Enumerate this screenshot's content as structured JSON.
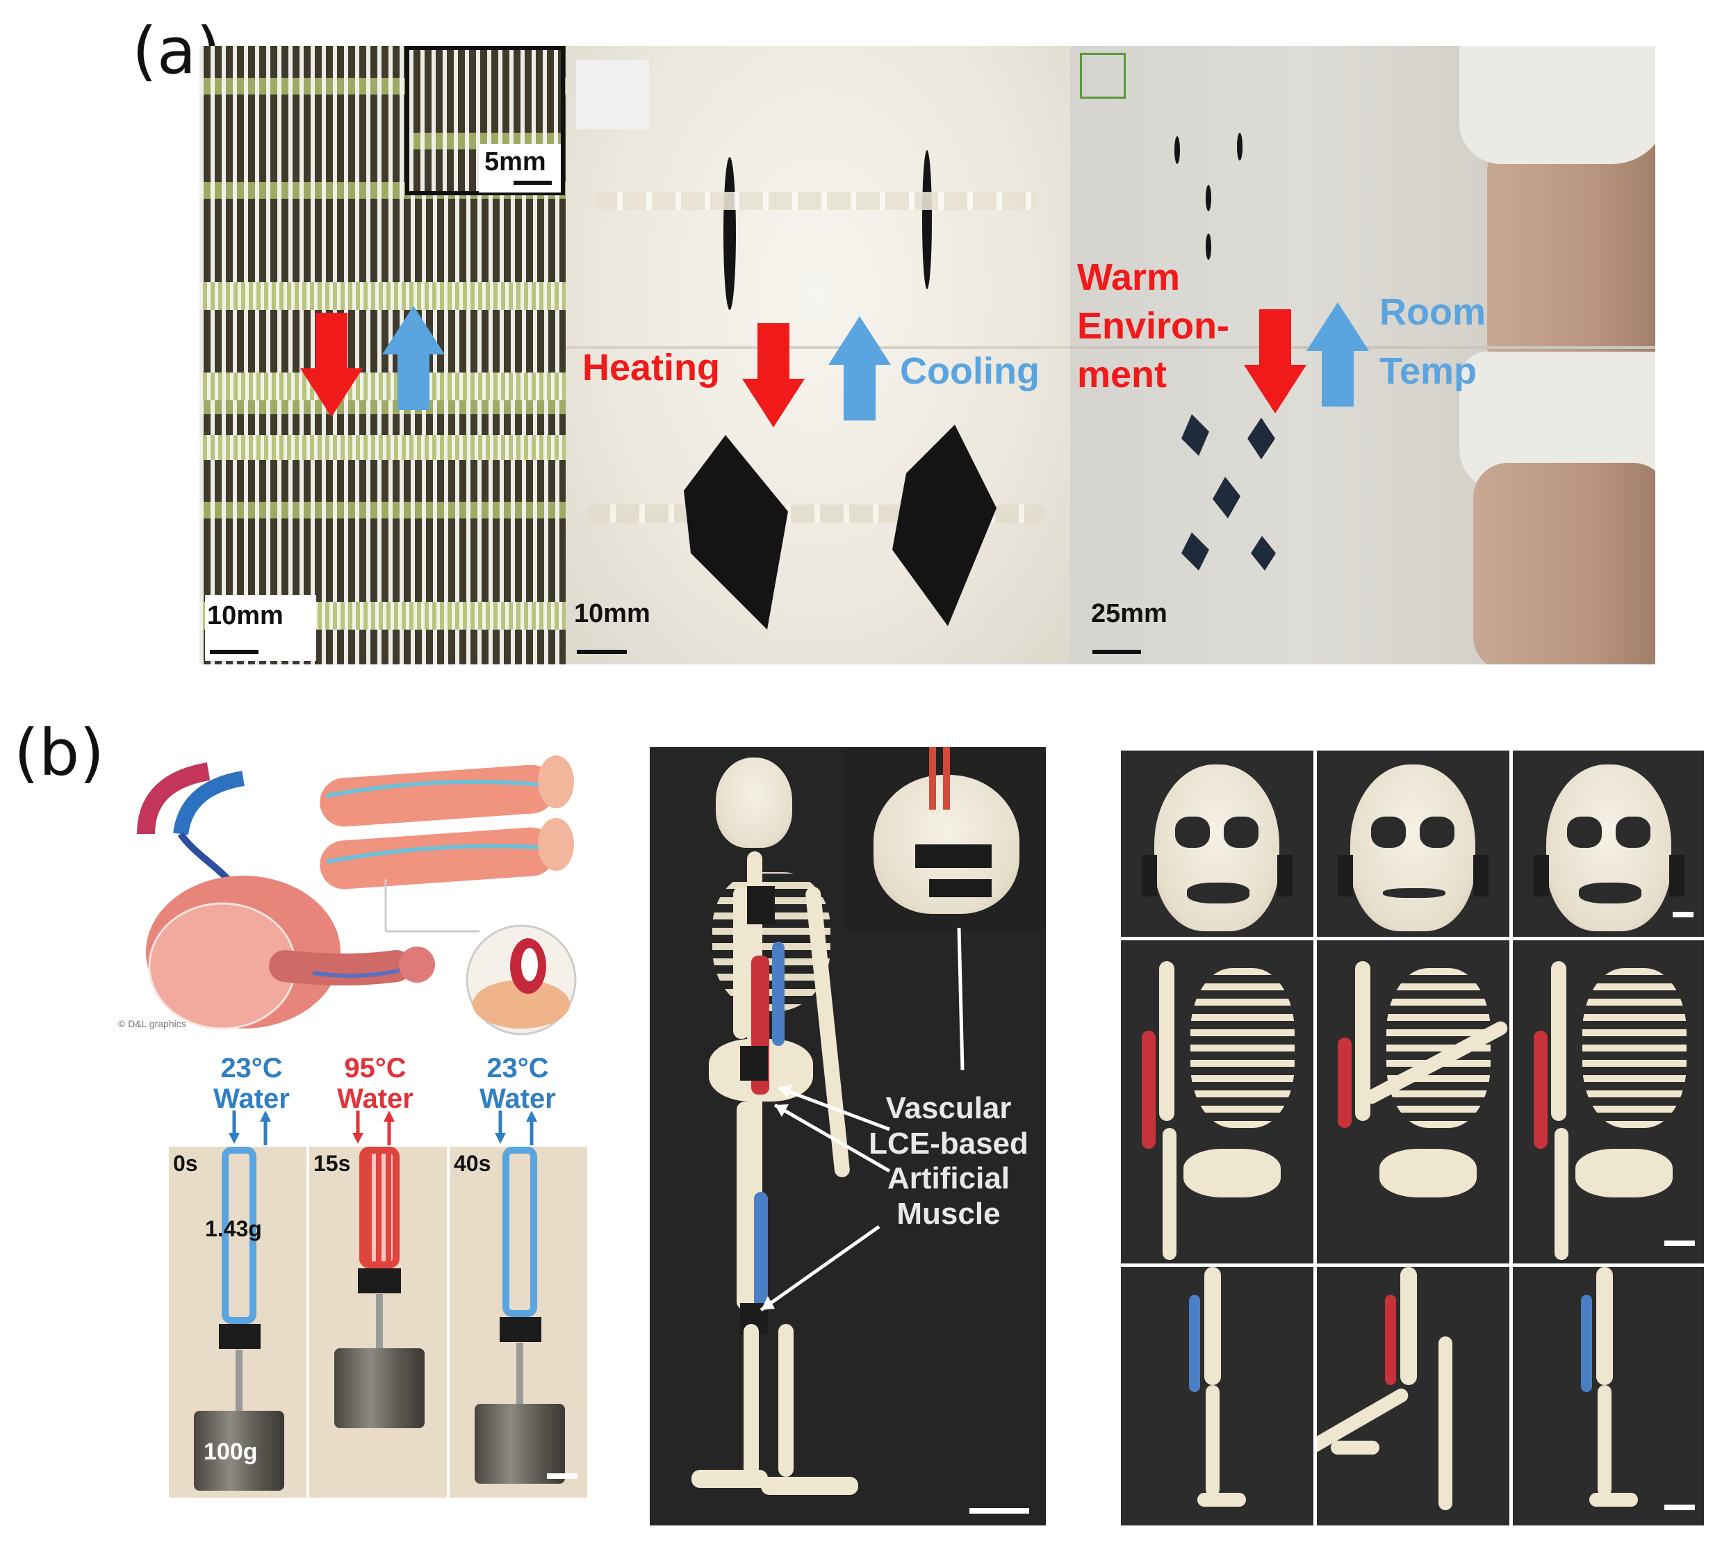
{
  "panel_a": {
    "label": "(a)",
    "left": {
      "inset_scale": "5mm",
      "scale": "10mm"
    },
    "middle": {
      "heating": "Heating",
      "cooling": "Cooling",
      "scale": "10mm"
    },
    "right": {
      "warm_line1": "Warm",
      "warm_line2": "Environ-",
      "warm_line3": "ment",
      "room_line1": "Room",
      "room_line2": "Temp",
      "scale": "25mm"
    }
  },
  "panel_b": {
    "label": "(b)",
    "credit": "© D&L graphics",
    "actuator": {
      "headers": [
        {
          "temp": "23°C",
          "medium": "Water",
          "color": "#2f7fc1"
        },
        {
          "temp": "95°C",
          "medium": "Water",
          "color": "#e0343a"
        },
        {
          "temp": "23°C",
          "medium": "Water",
          "color": "#2f7fc1"
        }
      ],
      "times": [
        "0s",
        "15s",
        "40s"
      ],
      "mass_actuator": "1.43g",
      "mass_weight": "100g"
    },
    "skeleton": {
      "callout_line1": "Vascular",
      "callout_line2": "LCE-based",
      "callout_line3": "Artificial",
      "callout_line4": "Muscle"
    }
  },
  "colors": {
    "heat_red": "#f01a1a",
    "cool_blue": "#5aa4df"
  }
}
